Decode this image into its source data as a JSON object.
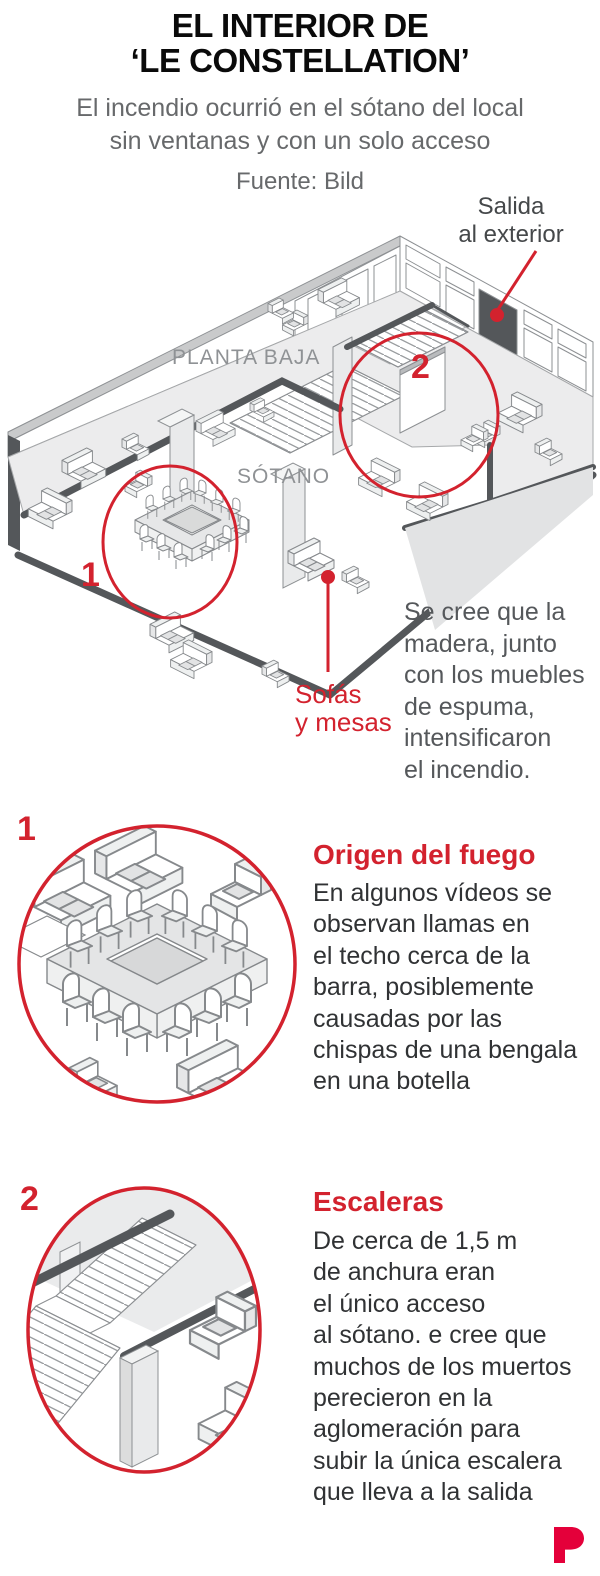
{
  "header": {
    "title": "EL INTERIOR DE\n‘LE CONSTELLATION’",
    "subtitle": "El incendio ocurrió en el sótano del local\nsin ventanas y con un solo acceso",
    "source": "Fuente: Bild"
  },
  "diagram": {
    "exit_label": "Salida\nal exterior",
    "ground_floor_label": "PLANTA BAJA",
    "basement_label": "SÓTANO",
    "marker_1": "1",
    "marker_2": "2",
    "sofas_label": "Sofás\ny mesas",
    "note": "Se cree que la\nmadera, junto\ncon los muebles\nde espuma,\nintensificaron\nel incendio."
  },
  "sections": {
    "s1": {
      "number": "1",
      "heading": "Origen del fuego",
      "body": "En algunos vídeos se\nobservan llamas en\nel techo cerca de la\nbarra, posiblemente\ncausadas por las\nchispas de una bengala\nen una botella"
    },
    "s2": {
      "number": "2",
      "heading": "Escaleras",
      "body": "De cerca de 1,5 m\nde anchura eran\nel único acceso\nal sótano. e cree que\nmuchos de los muertos\nperecieron en la\naglomeración para\nsubir la única escalera\nque lleva a la salida"
    }
  },
  "footer": {
    "logo_letter": "P"
  },
  "colors": {
    "accent": "#d3222e",
    "logo_red": "#e4003a",
    "text_dark": "#303234",
    "text_gray": "#67696b",
    "label_gray": "#8f9295",
    "dark_edge": "#54575a"
  }
}
